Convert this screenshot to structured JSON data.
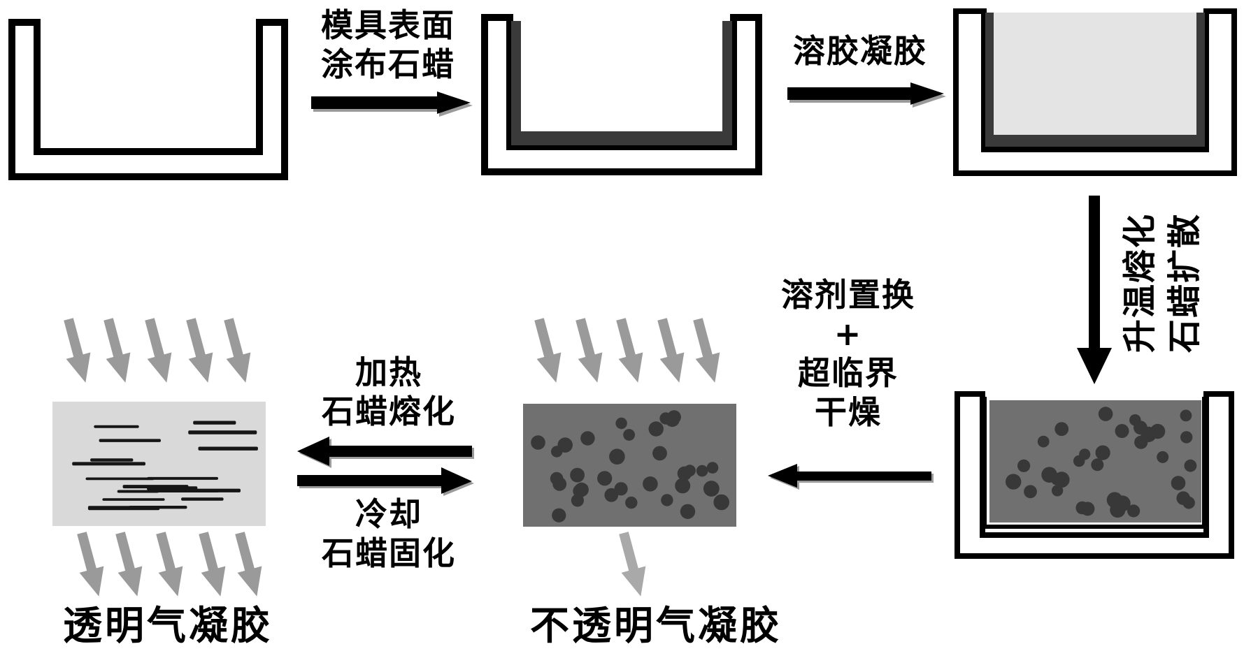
{
  "steps": {
    "coat": {
      "line1": "模具表面",
      "line2": "涂布石蜡"
    },
    "solgel": {
      "label": "溶胶凝胶"
    },
    "heat_diffuse": {
      "line1": "升温熔化",
      "line2": "石蜡扩散"
    },
    "exchange": {
      "line1": "溶剂置换",
      "plus": "+",
      "line2": "超临界",
      "line3": "干燥"
    },
    "heating": {
      "line1": "加热",
      "line2": "石蜡熔化"
    },
    "cooling": {
      "line1": "冷却",
      "line2": "石蜡固化"
    }
  },
  "results": {
    "transparent": "透明气凝胶",
    "opaque": "不透明气凝胶"
  },
  "palette": {
    "ink": "#000000",
    "paraffin": "#3a3a3a",
    "gel": "#e4e4e4",
    "opaque": "#707070",
    "transparent": "#d9d9d9",
    "dot": "#383838",
    "dash": "#161616",
    "light_arrow": "#9a9a9a",
    "light_arrow_soft": "#a9a9a9",
    "shadow": "#9a9a9a"
  }
}
